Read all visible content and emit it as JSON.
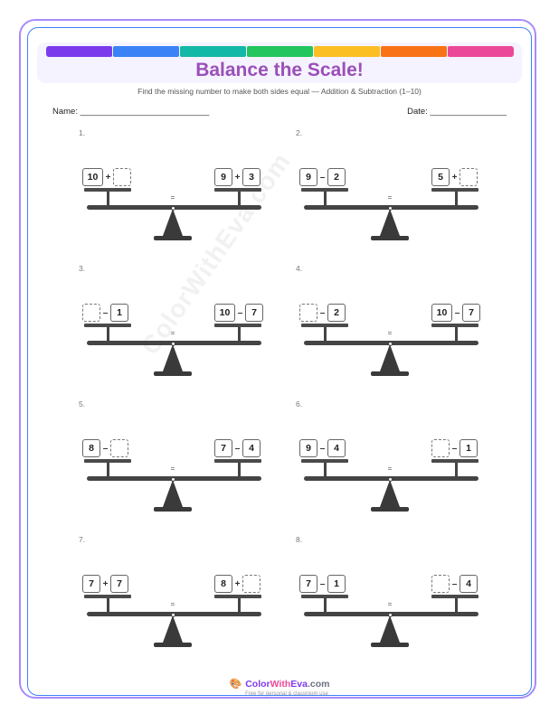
{
  "header": {
    "title": "Balance the Scale!",
    "subtitle": "Find the missing number to make both sides equal — Addition & Subtraction (1–10)",
    "name_label": "Name: ___________________________",
    "date_label": "Date: ________________",
    "rainbow_colors": [
      "#7c3aed",
      "#3b82f6",
      "#14b8a6",
      "#22c55e",
      "#fbbf24",
      "#f97316",
      "#ec4899"
    ]
  },
  "watermark": "ColorWithEva.com",
  "equals_sign": "=",
  "problems": [
    {
      "number": "1.",
      "left": {
        "a": "10",
        "op": "+",
        "b": ""
      },
      "right": {
        "a": "9",
        "op": "+",
        "b": "3"
      }
    },
    {
      "number": "2.",
      "left": {
        "a": "9",
        "op": "–",
        "b": "2"
      },
      "right": {
        "a": "5",
        "op": "+",
        "b": ""
      }
    },
    {
      "number": "3.",
      "left": {
        "a": "",
        "op": "–",
        "b": "1"
      },
      "right": {
        "a": "10",
        "op": "–",
        "b": "7"
      }
    },
    {
      "number": "4.",
      "left": {
        "a": "",
        "op": "–",
        "b": "2"
      },
      "right": {
        "a": "10",
        "op": "–",
        "b": "7"
      }
    },
    {
      "number": "5.",
      "left": {
        "a": "8",
        "op": "–",
        "b": ""
      },
      "right": {
        "a": "7",
        "op": "–",
        "b": "4"
      }
    },
    {
      "number": "6.",
      "left": {
        "a": "9",
        "op": "–",
        "b": "4"
      },
      "right": {
        "a": "",
        "op": "–",
        "b": "1"
      }
    },
    {
      "number": "7.",
      "left": {
        "a": "7",
        "op": "+",
        "b": "7"
      },
      "right": {
        "a": "8",
        "op": "+",
        "b": ""
      }
    },
    {
      "number": "8.",
      "left": {
        "a": "7",
        "op": "–",
        "b": "1"
      },
      "right": {
        "a": "",
        "op": "–",
        "b": "4"
      }
    }
  ],
  "footer": {
    "icon": "palette-icon",
    "brand_part1": "Color",
    "brand_part2": "With",
    "brand_part3": "Eva",
    "brand_part4": ".com",
    "tagline": "Free for personal & classroom use"
  }
}
